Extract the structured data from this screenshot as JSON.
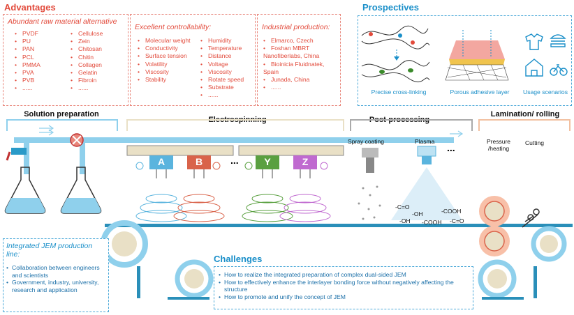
{
  "advantages": {
    "title": "Advantages",
    "raw": {
      "subtitle": "Abundant raw material alternative",
      "col1": [
        "PVDF",
        "PU",
        "PAN",
        "PCL",
        "PMMA",
        "PVA",
        "PVB",
        "......"
      ],
      "col2": [
        "Cellulose",
        "Zein",
        "Chitosan",
        "Chitin",
        "Collagen",
        "Gelatin",
        "Fibroin",
        "......"
      ]
    },
    "control": {
      "subtitle": "Excellent controllability:",
      "col1": [
        "Molecular weight",
        "Conductivity",
        "Surface tension",
        "Volatility",
        "Viscosity",
        "Stability"
      ],
      "col2": [
        "Humidity",
        "Temperature",
        "Distance",
        "Voltage",
        "Viscosity",
        "Rotate speed",
        "Substrate",
        "......"
      ]
    },
    "industrial": {
      "subtitle": "Industrial production:",
      "items": [
        "Elmarco, Czech",
        "Foshan MBRT Nanofiberlabs, China",
        "Bioinicia Fluidnatek, Spain",
        "Junada, China",
        "......"
      ]
    }
  },
  "prospectives": {
    "title": "Prospectives",
    "captions": [
      "Precise cross-linking",
      "Porous adhesive layer",
      "Usage scenarios"
    ]
  },
  "stages": {
    "solution": "Solution preparation",
    "electrospinning": "Electrospinning",
    "post": "Post-processing",
    "lamination": "Lamination/ rolling"
  },
  "process": {
    "spray": "Spray coating",
    "plasma": "Plasma",
    "pressure": "Pressure /heating",
    "cutting": "Cutting",
    "dots": "...",
    "nozzles": [
      "A",
      "B",
      "Y",
      "Z"
    ],
    "groups": [
      "-C=O",
      "-OH",
      "-COOH",
      "-OH",
      "-COOH",
      "-C=O"
    ]
  },
  "jem": {
    "title": "Integrated JEM production line:",
    "items": [
      "Collaboration between engineers and scientists",
      "Government, industry, university, research and application"
    ]
  },
  "challenges": {
    "title": "Challenges",
    "items": [
      "How to realize the integrated preparation of complex dual-sided JEM",
      "How to effectively enhance the interlayer bonding force without negatively affecting the structure",
      "How to promote and unify the concept of JEM"
    ]
  },
  "colors": {
    "red": "#e24a3b",
    "blue": "#1a8fc9",
    "pipe": "#8fd0ec",
    "beige": "#e9e0c6"
  }
}
